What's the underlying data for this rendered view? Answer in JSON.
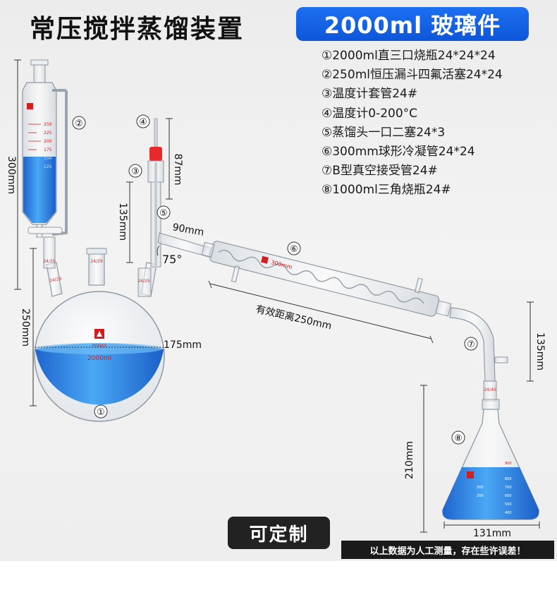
{
  "title": "常压搅拌蒸馏装置",
  "badge": "2000ml 玻璃件",
  "parts": [
    "①2000ml直三口烧瓶24*24*24",
    "②250ml恒压漏斗四氟活塞24*24",
    "③温度计套管24#",
    "④温度计0-200°C",
    "⑤蒸馏头一口二塞24*3",
    "⑥300mm球形冷凝管24*24",
    "⑦B型真空接受管24#",
    "⑧1000ml三角烧瓶24#"
  ],
  "markers": [
    "①",
    "②",
    "③",
    "④",
    "⑤",
    "⑥",
    "⑦",
    "⑧"
  ],
  "dimensions": {
    "funnel_height": "300mm",
    "flask_height": "250mm",
    "flask_width": "175mm",
    "thermometer": "87mm",
    "thermo_sleeve": "135mm",
    "side_arm": "90mm",
    "angle": "75°",
    "condenser_effective": "有效距离250mm",
    "adapter_height": "135mm",
    "erlenmeyer_height": "210mm",
    "erlenmeyer_width": "131mm"
  },
  "glass_labels": {
    "flask_volume": "2000ml",
    "condenser_length": "300mm",
    "brand": "PONKX",
    "joint_a": "24/29",
    "joint_b": "24/40",
    "funnel_scale": [
      "250",
      "225",
      "200",
      "175",
      "150",
      "125"
    ],
    "erlen_scale": [
      "900",
      "800",
      "700",
      "600",
      "500",
      "400",
      "300",
      "200"
    ]
  },
  "custom_button": "可定制",
  "footnote": "以上数据为人工测量，存在些许误差！",
  "colors": {
    "badge_blue": "#0d56d9",
    "liquid_blue": "#2a7ee8",
    "brand_red": "#d21e1e",
    "dark_label": "#1a1a1a"
  }
}
